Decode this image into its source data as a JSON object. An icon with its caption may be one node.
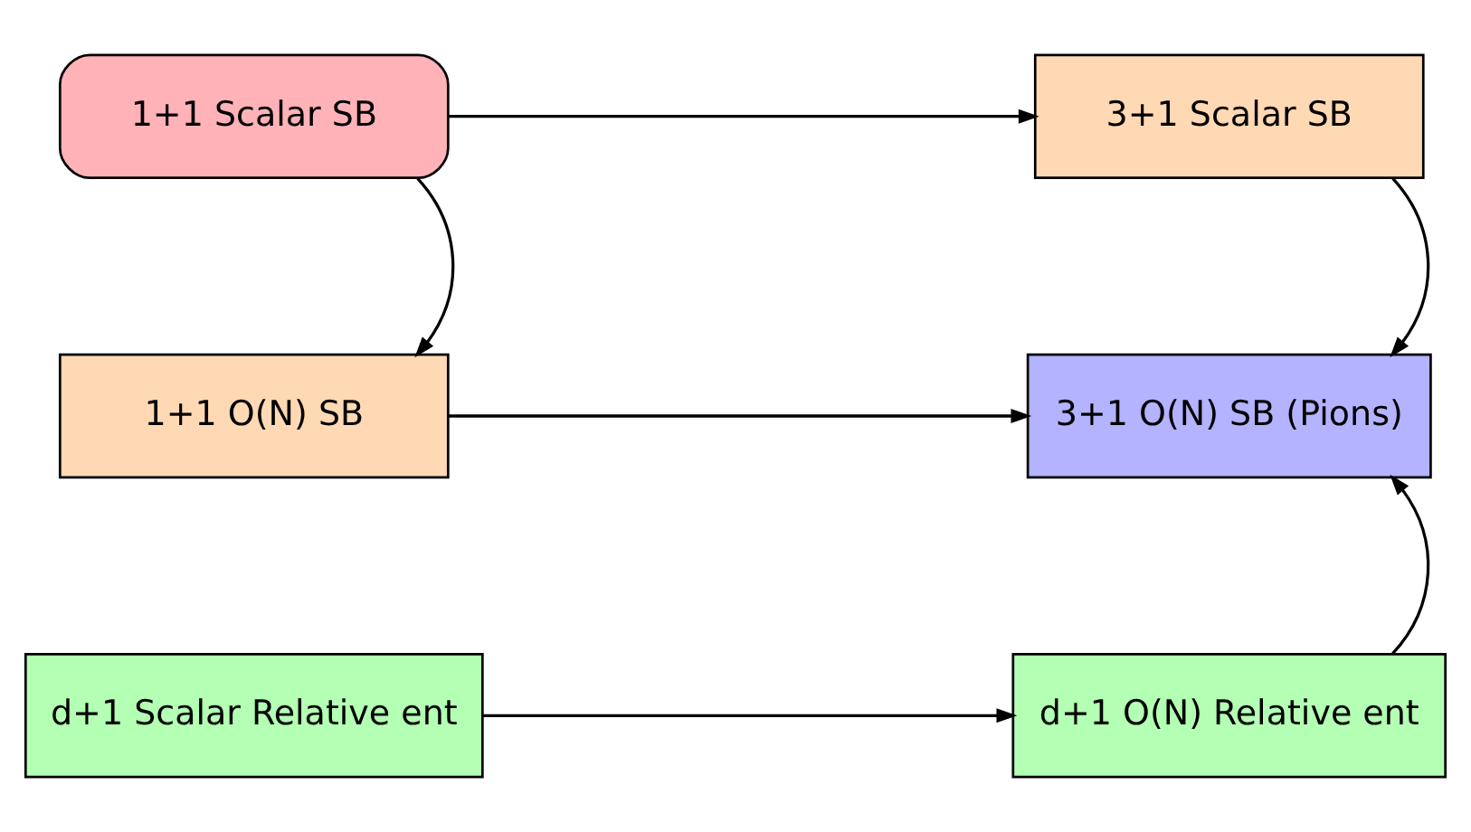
{
  "diagram": {
    "nodes": [
      {
        "text": [
          "1+1 Scalar SB"
        ]
      },
      {
        "text": [
          "3+1 Scalar SB"
        ]
      },
      {
        "text": [
          "1+1 O(N) SB"
        ]
      },
      {
        "text": [
          "3+1 O(N) SB (Pions)"
        ]
      },
      {
        "text": [
          "d+1 Scalar Relative ent"
        ]
      },
      {
        "text": [
          "d+1 O(N) Relative ent"
        ]
      }
    ],
    "edges": [
      {
        "from": 0,
        "to": 1,
        "arrow": "to"
      },
      {
        "from": 0,
        "to": 2,
        "arrow": "to"
      },
      {
        "from": 1,
        "to": 3,
        "arrow": "to"
      },
      {
        "from": 2,
        "to": 3,
        "arrow": "to"
      },
      {
        "from": 4,
        "to": 5,
        "arrow": "to"
      },
      {
        "from": 5,
        "to": 3,
        "arrow": "to"
      }
    ]
  }
}
